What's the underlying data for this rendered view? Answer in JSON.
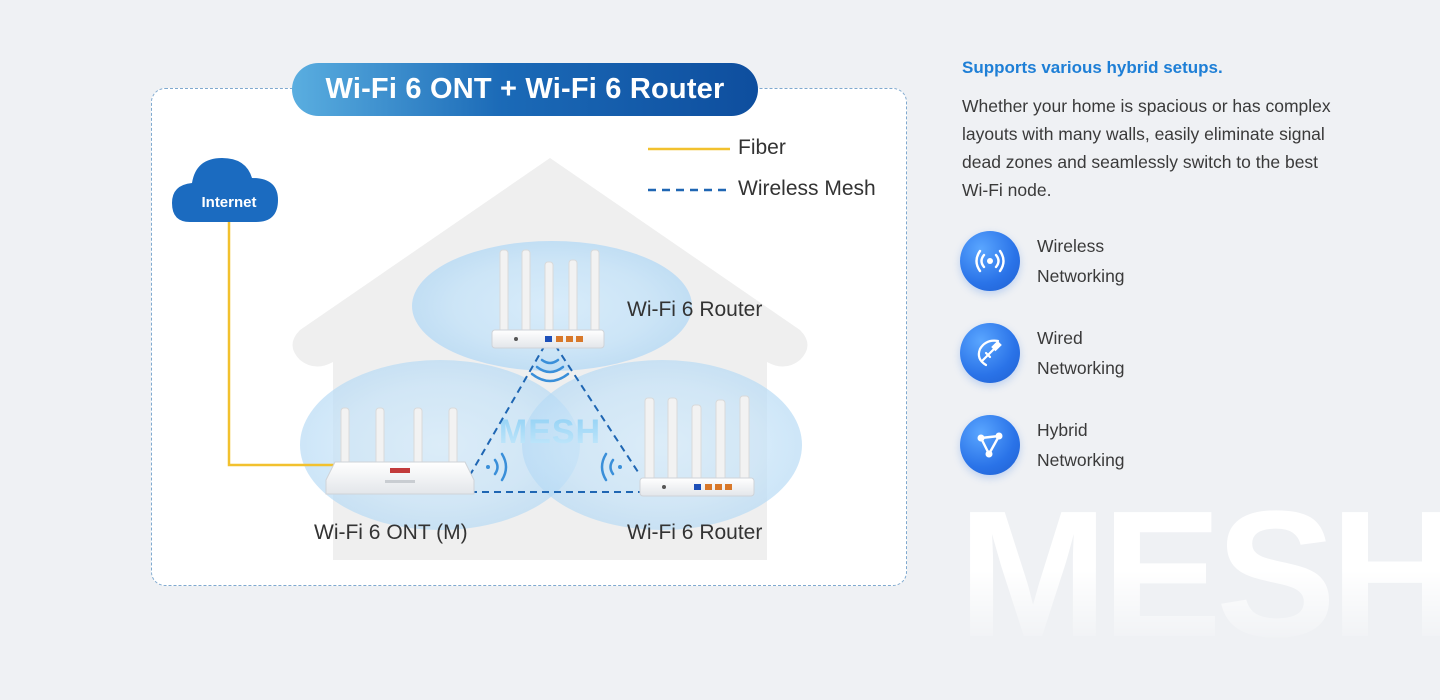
{
  "diagram": {
    "title": "Wi-Fi 6 ONT + Wi-Fi 6 Router",
    "legend": {
      "fiber_label": "Fiber",
      "mesh_label": "Wireless Mesh",
      "fiber_color": "#f2c12e",
      "mesh_color": "#1f66b3"
    },
    "internet_label": "Internet",
    "mesh_watermark": "MESH",
    "nodes": {
      "top_router": "Wi-Fi 6 Router",
      "ont": "Wi-Fi 6 ONT (M)",
      "right_router": "Wi-Fi 6 Router"
    }
  },
  "info": {
    "heading": "Supports various hybrid setups.",
    "description": "Whether your home is spacious or has complex layouts with many walls, easily eliminate signal dead zones and seamlessly switch to the best Wi-Fi node.",
    "features": [
      {
        "line1": "Wireless",
        "line2": "Networking",
        "icon": "wireless-signal-icon"
      },
      {
        "line1": "Wired",
        "line2": "Networking",
        "icon": "ethernet-cable-icon"
      },
      {
        "line1": "Hybrid",
        "line2": "Networking",
        "icon": "hybrid-network-icon"
      }
    ],
    "watermark": "MESH"
  },
  "colors": {
    "accent": "#1e7fd6",
    "icon_blue": "#2a73e8",
    "background": "#eff1f4"
  }
}
